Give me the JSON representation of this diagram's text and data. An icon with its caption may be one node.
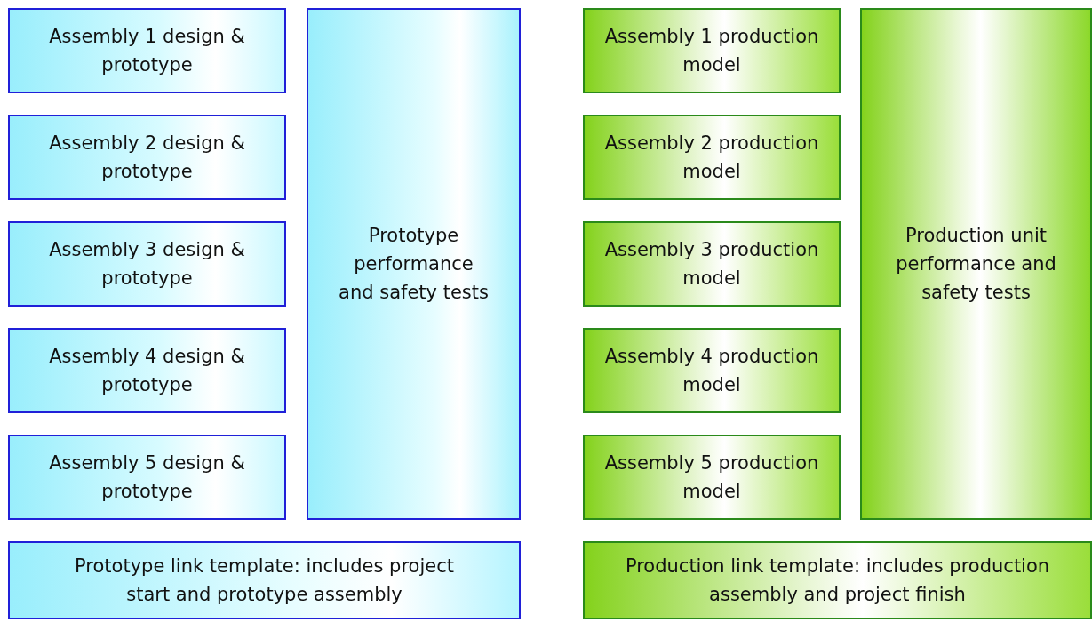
{
  "diagram": {
    "nodes": [
      {
        "text": [
          "Assembly 1 design & prototype"
        ]
      },
      {
        "text": [
          "Assembly 2 design & prototype"
        ]
      },
      {
        "text": [
          "Assembly 3 design & prototype"
        ]
      },
      {
        "text": [
          "Assembly 4 design & prototype"
        ]
      },
      {
        "text": [
          "Assembly 5 design & prototype"
        ]
      },
      {
        "text": [
          "Prototype performance and safety tests"
        ]
      },
      {
        "text": [
          "Assembly 1 production model"
        ]
      },
      {
        "text": [
          "Assembly 2 production model"
        ]
      },
      {
        "text": [
          "Assembly 3 production model"
        ]
      },
      {
        "text": [
          "Assembly 4 production model"
        ]
      },
      {
        "text": [
          "Assembly 5 production model"
        ]
      },
      {
        "text": [
          "Production unit performance and safety tests"
        ]
      },
      {
        "text": [
          "Prototype link template: includes project start and prototype assembly"
        ]
      },
      {
        "text": [
          "Production link template: includes production assembly and project finish"
        ]
      }
    ]
  }
}
